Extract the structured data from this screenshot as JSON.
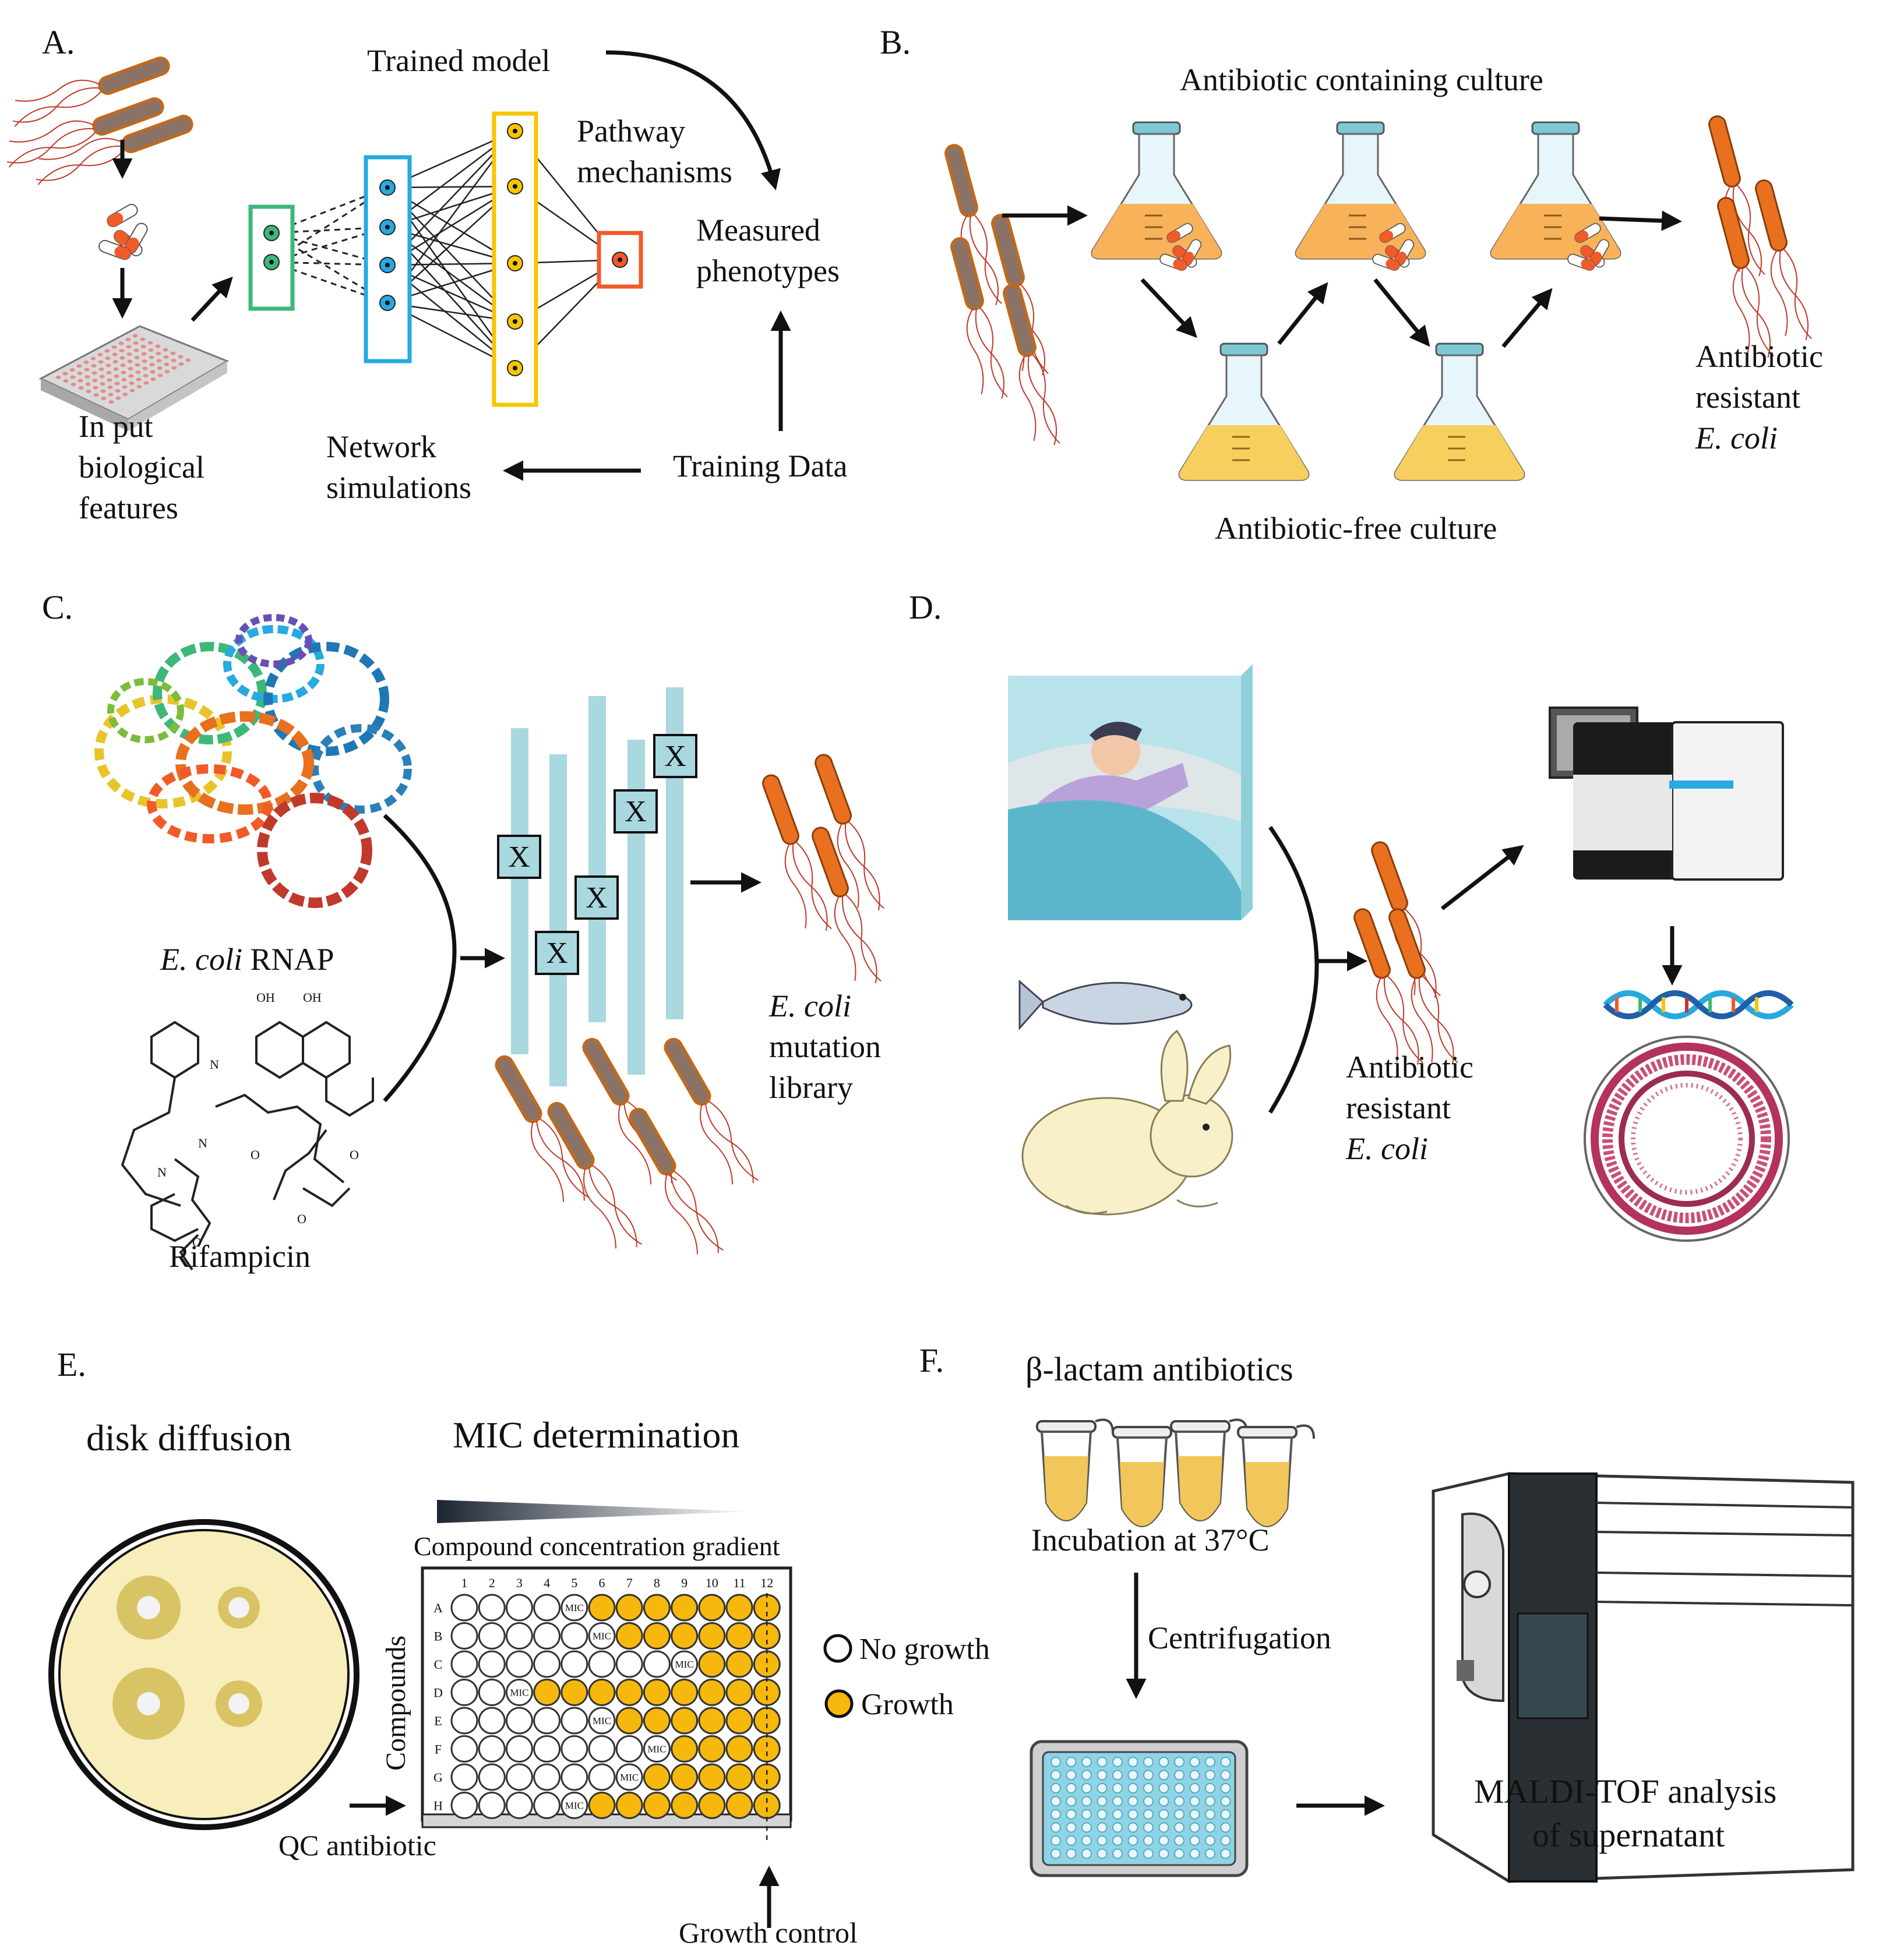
{
  "panels": {
    "A": {
      "letter": "A.",
      "trained_model": "Trained model",
      "pathway_line1": "Pathway",
      "pathway_line2": "mechanisms",
      "measured_line1": "Measured",
      "measured_line2": "phenotypes",
      "input_line1": "In put",
      "input_line2": "biological",
      "input_line3": "features",
      "network_line1": "Network",
      "network_line2": "simulations",
      "training_data": "Training Data"
    },
    "B": {
      "letter": "B.",
      "top_label": "Antibiotic containing culture",
      "bottom_label": "Antibiotic-free culture",
      "result_line1": "Antibiotic",
      "result_line2": "resistant",
      "result_line3": "E. coli"
    },
    "C": {
      "letter": "C.",
      "rnap_italic": "E. coli",
      "rnap_rest": " RNAP",
      "rifampicin": "Rifampicin",
      "mutation_mark": "X",
      "lib_line1": "E. coli",
      "lib_line2": "mutation",
      "lib_line3": "library"
    },
    "D": {
      "letter": "D.",
      "result_line1": "Antibiotic",
      "result_line2": "resistant",
      "result_line3": "E. coli"
    },
    "E": {
      "letter": "E.",
      "disk_title": "disk diffusion",
      "mic_title": "MIC determination",
      "gradient_label": "Compound concentration gradient",
      "compounds_label": "Compounds",
      "col_labels": [
        "1",
        "2",
        "3",
        "4",
        "5",
        "6",
        "7",
        "8",
        "9",
        "10",
        "11",
        "12"
      ],
      "row_labels": [
        "A",
        "B",
        "C",
        "D",
        "E",
        "F",
        "G",
        "H"
      ],
      "mic_label": "MIC",
      "mic_columns": [
        5,
        6,
        9,
        3,
        6,
        8,
        7,
        5
      ],
      "legend_no_growth": "No growth",
      "legend_growth": "Growth",
      "qc_label": "QC antibiotic",
      "growth_control": "Growth control"
    },
    "F": {
      "letter": "F.",
      "title": "β-lactam antibiotics",
      "incubation": "Incubation at 37°C",
      "centrifugation": "Centrifugation",
      "maldi_line1": "MALDI-TOF analysis",
      "maldi_line2": "of supernatant"
    }
  },
  "colors": {
    "bacterium_orange": "#e8701e",
    "bacterium_gray": "#8a7366",
    "flagella": "#c0392b",
    "layer_green": "#3cb878",
    "layer_blue": "#27a9e1",
    "layer_yellow": "#f7c600",
    "layer_red": "#f15a29",
    "culture_orange": "#f7b25a",
    "culture_yellow": "#f6cf5e",
    "gene_blue": "#a9d8df",
    "growth_yellow": "#f6b80c",
    "disk_agar": "#f8eebb",
    "disk_zone": "#d8c465",
    "plate_cyan": "#8fd3e6"
  }
}
